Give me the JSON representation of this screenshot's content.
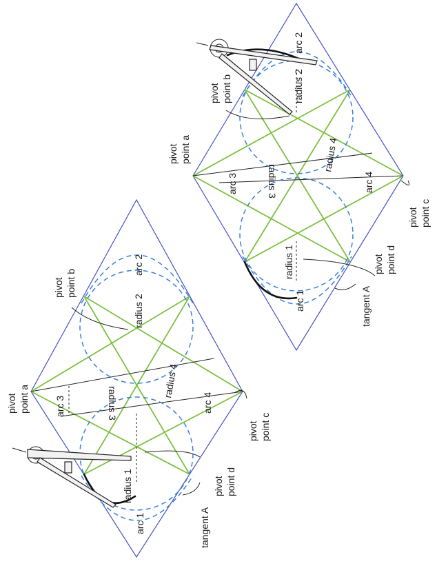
{
  "figure": {
    "left_panel": {
      "labels": {
        "arc1": "arc 1",
        "arc2": "arc 2",
        "arc3": "arc 3",
        "arc4": "arc 4",
        "radius1": "radius 1",
        "radius2": "radius 2",
        "radius3": "radius 3",
        "radius4": "radius 4",
        "pivot_a": [
          "pivot",
          "point a"
        ],
        "pivot_b": [
          "pivot",
          "point b"
        ],
        "pivot_c": [
          "pivot",
          "point c"
        ],
        "pivot_d": [
          "pivot",
          "point d"
        ],
        "tangent_a": "tangent A"
      }
    },
    "right_panel": {
      "labels": {
        "arc1": "arc 1",
        "arc2": "arc 2",
        "arc3": "arc 3",
        "arc4": "arc 4",
        "radius1": "radius 1",
        "radius2": "radius 2",
        "radius3": "radius 3",
        "radius4": "radius 4",
        "pivot_a": [
          "pivot",
          "point a"
        ],
        "pivot_b": [
          "pivot",
          "point b"
        ],
        "pivot_c": [
          "pivot",
          "point c"
        ],
        "pivot_d": [
          "pivot",
          "point d"
        ],
        "tangent_a": "tangent A"
      }
    },
    "colors": {
      "rhombus": "#4450c8",
      "construction_lines": "#7cc040",
      "dashed_circles": "#3a7fd6",
      "drawn_arc": "#111111"
    }
  }
}
